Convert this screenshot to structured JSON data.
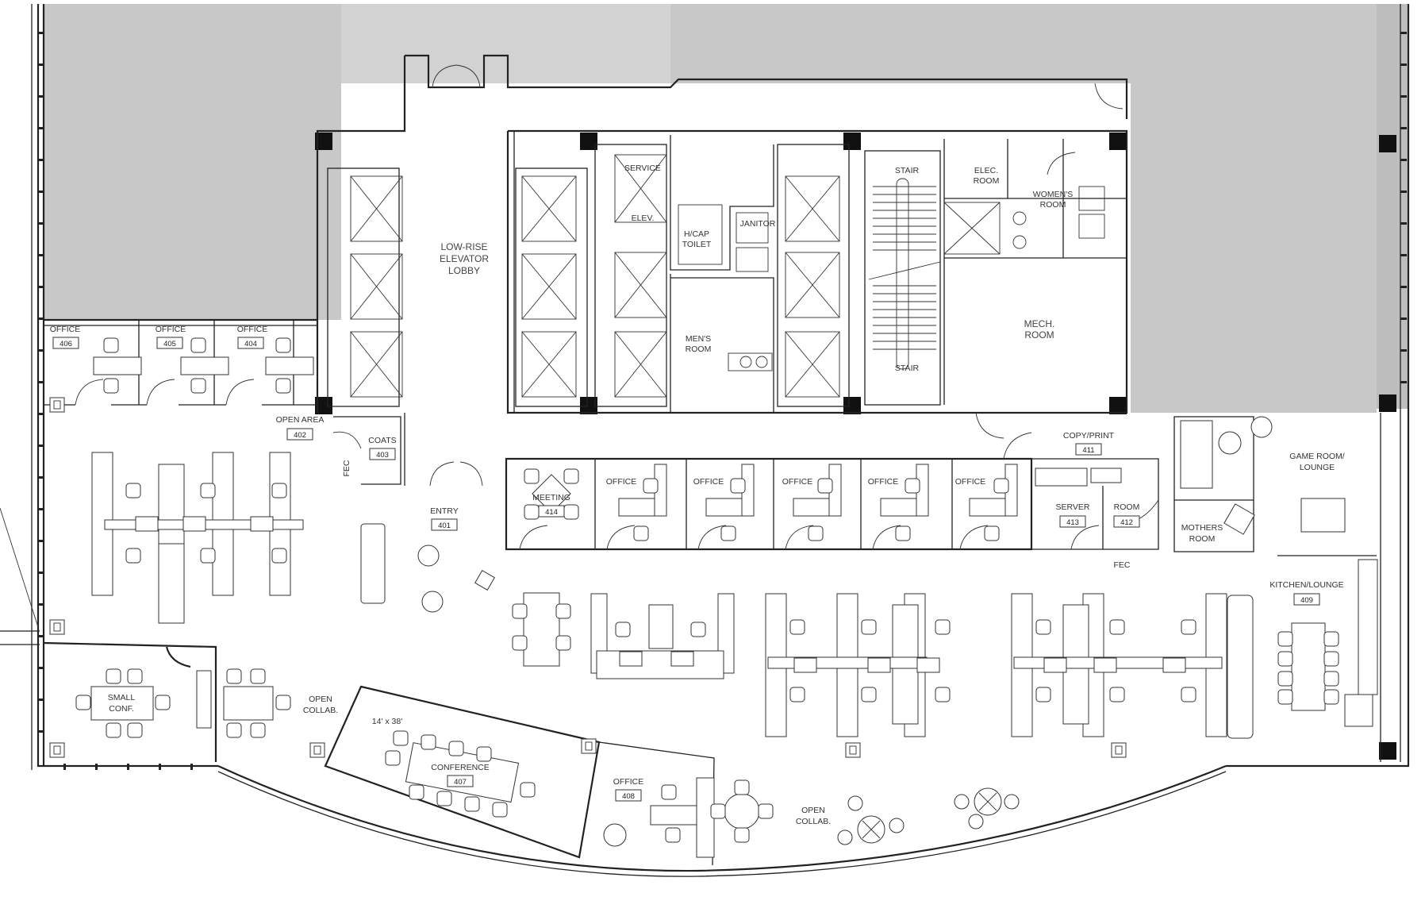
{
  "rooms": {
    "office_406": {
      "name": "OFFICE",
      "number": "406"
    },
    "office_405": {
      "name": "OFFICE",
      "number": "405"
    },
    "office_404": {
      "name": "OFFICE",
      "number": "404"
    },
    "open_area": {
      "name": "OPEN AREA",
      "number": "402"
    },
    "coats": {
      "name": "COATS",
      "number": "403"
    },
    "entry": {
      "name": "ENTRY",
      "number": "401"
    },
    "meeting": {
      "name": "MEETING",
      "number": "414"
    },
    "copy_print": {
      "name": "COPY/PRINT",
      "number": "411"
    },
    "server": {
      "name": "SERVER",
      "number": "413"
    },
    "room_412": {
      "name": "ROOM",
      "number": "412"
    },
    "game_room": {
      "name_line1": "GAME ROOM/",
      "name_line2": "LOUNGE"
    },
    "mothers_room": {
      "name_line1": "MOTHERS",
      "name_line2": "ROOM"
    },
    "kitchen": {
      "name": "KITCHEN/LOUNGE",
      "number": "409"
    },
    "conference": {
      "name": "CONFERENCE",
      "number": "407",
      "size": "14' x 38'"
    },
    "office_408": {
      "name": "OFFICE",
      "number": "408"
    },
    "small_conf": {
      "name_line1": "SMALL",
      "name_line2": "CONF."
    },
    "open_collab_1": {
      "name_line1": "OPEN",
      "name_line2": "COLLAB."
    },
    "open_collab_2": {
      "name_line1": "OPEN",
      "name_line2": "COLLAB."
    },
    "office_row_label": "OFFICE"
  },
  "core": {
    "low_rise_lobby": [
      "LOW-RISE",
      "ELEVATOR",
      "LOBBY"
    ],
    "service_elev": [
      "SERVICE",
      "ELEV."
    ],
    "hcap_toilet": [
      "H/CAP",
      "TOILET"
    ],
    "janitor": "JANITOR",
    "mens_room": [
      "MEN'S",
      "ROOM"
    ],
    "elec_room": [
      "ELEC.",
      "ROOM"
    ],
    "womens_room": [
      "WOMEN'S",
      "ROOM"
    ],
    "mech_room": [
      "MECH.",
      "ROOM"
    ],
    "stair_top": "STAIR",
    "stair_bottom": "STAIR"
  },
  "tags": {
    "fec_1": "FEC",
    "fec_2": "FEC"
  },
  "colors": {
    "shaded_area": "#c8c8c8",
    "wall": "#222222",
    "background": "#ffffff"
  }
}
